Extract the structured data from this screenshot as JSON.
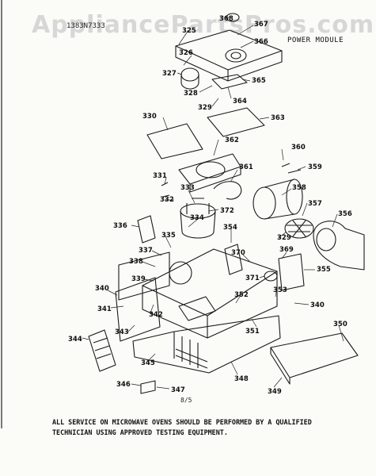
{
  "header": {
    "watermark": "AppliancePartsPros.com",
    "model_number": "1383N7333",
    "title": "POWER MODULE"
  },
  "parts": [
    {
      "id": "p368",
      "label": "368"
    },
    {
      "id": "p367",
      "label": "367"
    },
    {
      "id": "p325",
      "label": "325"
    },
    {
      "id": "p366",
      "label": "366"
    },
    {
      "id": "p326",
      "label": "326"
    },
    {
      "id": "p327",
      "label": "327"
    },
    {
      "id": "p365",
      "label": "365"
    },
    {
      "id": "p328",
      "label": "328"
    },
    {
      "id": "p364",
      "label": "364"
    },
    {
      "id": "p329a",
      "label": "329"
    },
    {
      "id": "p330",
      "label": "330"
    },
    {
      "id": "p363",
      "label": "363"
    },
    {
      "id": "p362",
      "label": "362"
    },
    {
      "id": "p360",
      "label": "360"
    },
    {
      "id": "p359",
      "label": "359"
    },
    {
      "id": "p331",
      "label": "331"
    },
    {
      "id": "p361",
      "label": "361"
    },
    {
      "id": "p333",
      "label": "333"
    },
    {
      "id": "p358",
      "label": "358"
    },
    {
      "id": "p332",
      "label": "332"
    },
    {
      "id": "p372",
      "label": "372"
    },
    {
      "id": "p357",
      "label": "357"
    },
    {
      "id": "p336",
      "label": "336"
    },
    {
      "id": "p334",
      "label": "334"
    },
    {
      "id": "p356",
      "label": "356"
    },
    {
      "id": "p354",
      "label": "354"
    },
    {
      "id": "p329b",
      "label": "329"
    },
    {
      "id": "p335",
      "label": "335"
    },
    {
      "id": "p337",
      "label": "337"
    },
    {
      "id": "p370",
      "label": "370"
    },
    {
      "id": "p369",
      "label": "369"
    },
    {
      "id": "p338",
      "label": "338"
    },
    {
      "id": "p355",
      "label": "355"
    },
    {
      "id": "p339",
      "label": "339"
    },
    {
      "id": "p371",
      "label": "371"
    },
    {
      "id": "p340a",
      "label": "340"
    },
    {
      "id": "p353",
      "label": "353"
    },
    {
      "id": "p352",
      "label": "352"
    },
    {
      "id": "p341",
      "label": "341"
    },
    {
      "id": "p342",
      "label": "342"
    },
    {
      "id": "p340b",
      "label": "340"
    },
    {
      "id": "p351",
      "label": "351"
    },
    {
      "id": "p343",
      "label": "343"
    },
    {
      "id": "p350",
      "label": "350"
    },
    {
      "id": "p344",
      "label": "344"
    },
    {
      "id": "p345",
      "label": "345"
    },
    {
      "id": "p348",
      "label": "348"
    },
    {
      "id": "p346",
      "label": "346"
    },
    {
      "id": "p347",
      "label": "347"
    },
    {
      "id": "p349",
      "label": "349"
    }
  ],
  "page_number": "8/5",
  "footer": {
    "line1": "ALL SERVICE ON MICROWAVE OVENS SHOULD BE PERFORMED BY A QUALIFIED",
    "line2": "TECHNICIAN USING APPROVED TESTING EQUIPMENT."
  }
}
